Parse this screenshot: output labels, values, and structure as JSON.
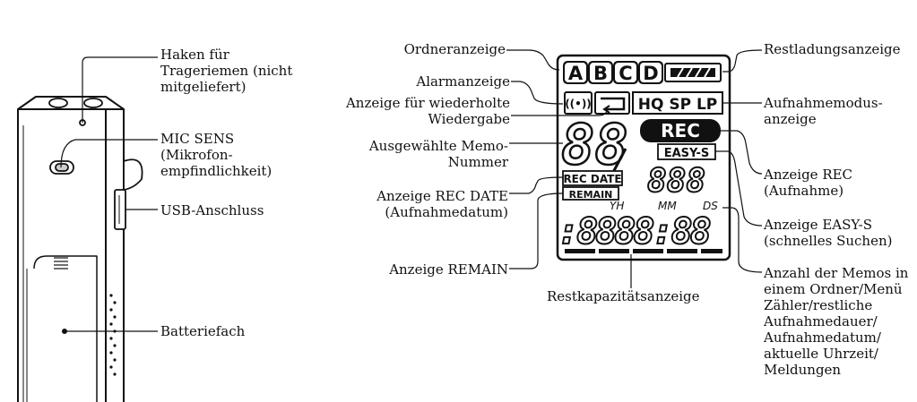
{
  "left_labels": {
    "haken": [
      "Haken für",
      "Trageriemen (nicht",
      "mitgeliefert)"
    ],
    "mic_sens": [
      "MIC SENS",
      "(Mikrofon-",
      "empfindlichkeit)"
    ],
    "usb": "USB-Anschluss",
    "batterie": "Batteriefach"
  },
  "middle_labels": {
    "ordner": "Ordneranzeige",
    "alarm": "Alarmanzeige",
    "wiederholt": [
      "Anzeige für wiederholte",
      "Wiedergabe"
    ],
    "memo_nummer": [
      "Ausgewählte Memo-",
      "Nummer"
    ],
    "rec_date": [
      "Anzeige REC DATE",
      "(Aufnahmedatum)"
    ],
    "remain": "Anzeige REMAIN",
    "restkapazitaet": "Restkapazitätsanzeige"
  },
  "right_labels": {
    "restladung": "Restladungsanzeige",
    "aufnahmemodus": [
      "Aufnahmemodus-",
      "anzeige"
    ],
    "rec": [
      "Anzeige REC",
      "(Aufnahme)"
    ],
    "easy_s": [
      "Anzeige EASY-S",
      "(schnelles Suchen)"
    ],
    "anzahl": [
      "Anzahl der Memos in",
      "einem Ordner/Menü",
      "Zähler/restliche",
      "Aufnahmedauer/",
      "Aufnahmedatum/",
      "aktuelle Uhrzeit/",
      "Meldungen"
    ]
  },
  "display": {
    "folders": [
      "A",
      "B",
      "C",
      "D"
    ],
    "modes": "HQ SP LP",
    "rec_badge": "REC",
    "easy_s": "EASY-S",
    "rec_date": "REC DATE",
    "remain": "REMAIN",
    "yh": "YH",
    "mm": "MM",
    "ds": "DS",
    "memo_digits": "88",
    "count_digits": "888",
    "counter_digits": ":8888:88",
    "alarm_glyph": "((•))"
  },
  "icons": [
    "battery-icon",
    "alarm-icon",
    "repeat-icon",
    "strap-hook-icon",
    "mic-sens-switch-icon",
    "usb-connector-icon",
    "speaker-grille-icon"
  ]
}
